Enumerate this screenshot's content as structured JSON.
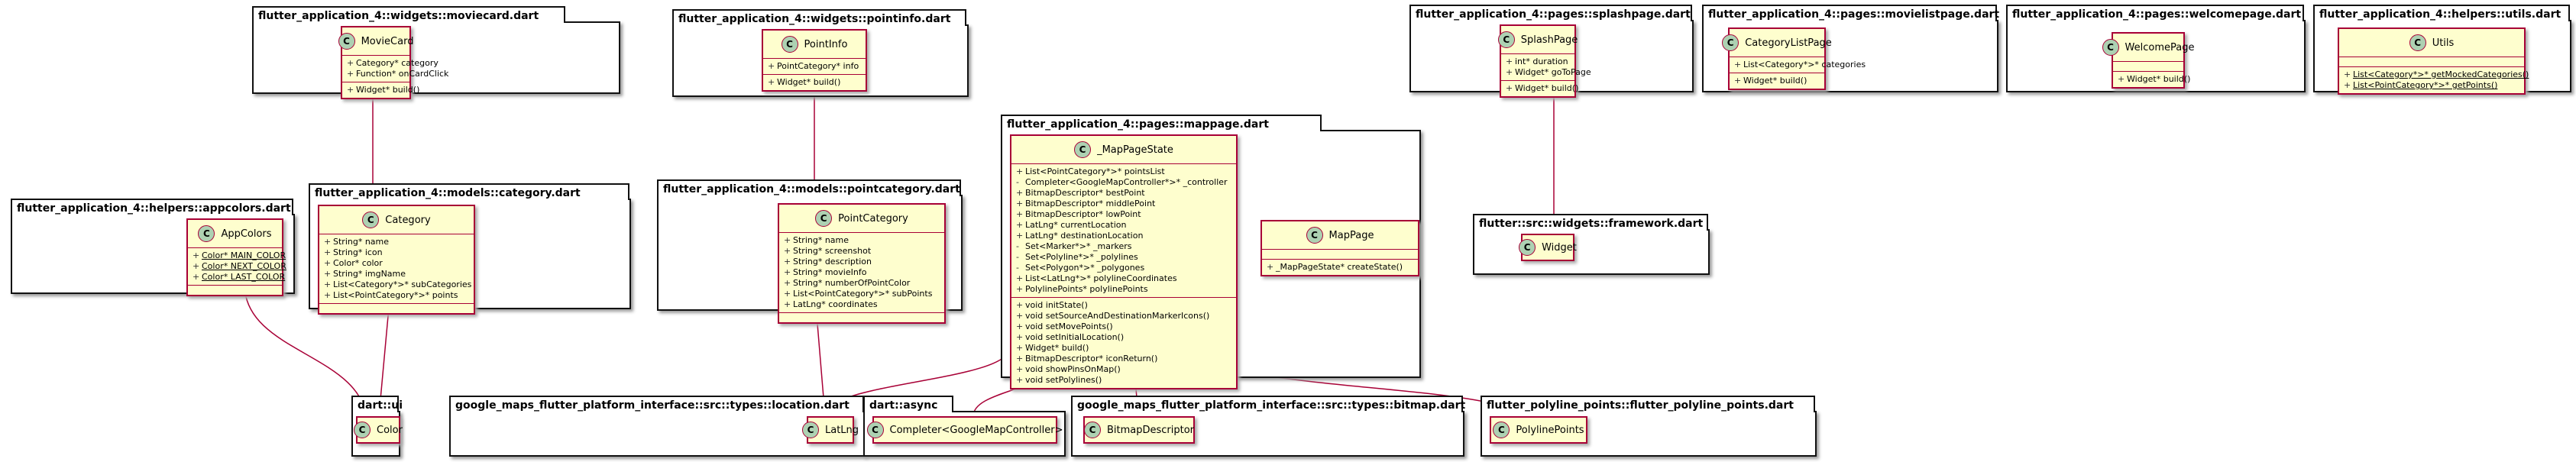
{
  "packages": {
    "moviecard": "flutter_application_4::widgets::moviecard.dart",
    "pointinfo": "flutter_application_4::widgets::pointinfo.dart",
    "splashpage": "flutter_application_4::pages::splashpage.dart",
    "movielistpage": "flutter_application_4::pages::movielistpage.dart",
    "welcomepage": "flutter_application_4::pages::welcomepage.dart",
    "utils": "flutter_application_4::helpers::utils.dart",
    "appcolors": "flutter_application_4::helpers::appcolors.dart",
    "category": "flutter_application_4::models::category.dart",
    "pointcategory": "flutter_application_4::models::pointcategory.dart",
    "mappage": "flutter_application_4::pages::mappage.dart",
    "framework": "flutter::src::widgets::framework.dart",
    "dartui": "dart::ui",
    "location": "google_maps_flutter_platform_interface::src::types::location.dart",
    "async": "dart::async",
    "bitmap": "google_maps_flutter_platform_interface::src::types::bitmap.dart",
    "polyline": "flutter_polyline_points::flutter_polyline_points.dart"
  },
  "classes": {
    "moviecard": {
      "name": "MovieCard",
      "fields": [
        {
          "vis": "+",
          "text": "Category* category"
        },
        {
          "vis": "+",
          "text": "Function* onCardClick"
        }
      ],
      "methods": [
        {
          "vis": "+",
          "text": "Widget* build()"
        }
      ]
    },
    "pointinfo": {
      "name": "PointInfo",
      "fields": [
        {
          "vis": "+",
          "text": "PointCategory* info"
        }
      ],
      "methods": [
        {
          "vis": "+",
          "text": "Widget* build()"
        }
      ]
    },
    "splashpage": {
      "name": "SplashPage",
      "fields": [
        {
          "vis": "+",
          "text": "int* duration"
        },
        {
          "vis": "+",
          "text": "Widget* goToPage"
        }
      ],
      "methods": [
        {
          "vis": "+",
          "text": "Widget* build()"
        }
      ]
    },
    "categorylistpage": {
      "name": "CategoryListPage",
      "fields": [
        {
          "vis": "+",
          "text": "List<Category*>* categories"
        }
      ],
      "methods": [
        {
          "vis": "+",
          "text": "Widget* build()"
        }
      ]
    },
    "welcomepage": {
      "name": "WelcomePage",
      "fields": [],
      "methods": [
        {
          "vis": "+",
          "text": "Widget* build()"
        }
      ]
    },
    "utils": {
      "name": "Utils",
      "fields": [],
      "methods": [
        {
          "vis": "+",
          "text": "List<Category*>* getMockedCategories()"
        },
        {
          "vis": "+",
          "text": "List<PointCategory*>* getPoints()"
        }
      ]
    },
    "appcolors": {
      "name": "AppColors",
      "fields": [
        {
          "vis": "+",
          "text": "Color* MAIN_COLOR"
        },
        {
          "vis": "+",
          "text": "Color* NEXT_COLOR"
        },
        {
          "vis": "+",
          "text": "Color* LAST_COLOR"
        }
      ],
      "methods": []
    },
    "category": {
      "name": "Category",
      "fields": [
        {
          "vis": "+",
          "text": "String* name"
        },
        {
          "vis": "+",
          "text": "String* icon"
        },
        {
          "vis": "+",
          "text": "Color* color"
        },
        {
          "vis": "+",
          "text": "String* imgName"
        },
        {
          "vis": "+",
          "text": "List<Category*>* subCategories"
        },
        {
          "vis": "+",
          "text": "List<PointCategory*>* points"
        }
      ],
      "methods": []
    },
    "pointcategory": {
      "name": "PointCategory",
      "fields": [
        {
          "vis": "+",
          "text": "String* name"
        },
        {
          "vis": "+",
          "text": "String* screenshot"
        },
        {
          "vis": "+",
          "text": "String* description"
        },
        {
          "vis": "+",
          "text": "String* movieInfo"
        },
        {
          "vis": "+",
          "text": "String* numberOfPointColor"
        },
        {
          "vis": "+",
          "text": "List<PointCategory*>* subPoints"
        },
        {
          "vis": "+",
          "text": "LatLng* coordinates"
        }
      ],
      "methods": []
    },
    "mappagestate": {
      "name": "_MapPageState",
      "fields": [
        {
          "vis": "+",
          "text": "List<PointCategory*>* pointsList"
        },
        {
          "vis": "-",
          "text": "Completer<GoogleMapController*>* _controller"
        },
        {
          "vis": "+",
          "text": "BitmapDescriptor* bestPoint"
        },
        {
          "vis": "+",
          "text": "BitmapDescriptor* middlePoint"
        },
        {
          "vis": "+",
          "text": "BitmapDescriptor* lowPoint"
        },
        {
          "vis": "+",
          "text": "LatLng* currentLocation"
        },
        {
          "vis": "+",
          "text": "LatLng* destinationLocation"
        },
        {
          "vis": "-",
          "text": "Set<Marker*>* _markers"
        },
        {
          "vis": "-",
          "text": "Set<Polyline*>* _polylines"
        },
        {
          "vis": "-",
          "text": "Set<Polygon*>* _polygones"
        },
        {
          "vis": "+",
          "text": "List<LatLng*>* polylineCoordinates"
        },
        {
          "vis": "+",
          "text": "PolylinePoints* polylinePoints"
        }
      ],
      "methods": [
        {
          "vis": "+",
          "text": "void initState()"
        },
        {
          "vis": "+",
          "text": "void setSourceAndDestinationMarkerIcons()"
        },
        {
          "vis": "+",
          "text": "void setMovePoints()"
        },
        {
          "vis": "+",
          "text": "void setInitialLocation()"
        },
        {
          "vis": "+",
          "text": "Widget* build()"
        },
        {
          "vis": "+",
          "text": "BitmapDescriptor* iconReturn()"
        },
        {
          "vis": "+",
          "text": "void showPinsOnMap()"
        },
        {
          "vis": "+",
          "text": "void setPolylines()"
        }
      ]
    },
    "mappage": {
      "name": "MapPage",
      "fields": [],
      "methods": [
        {
          "vis": "+",
          "text": "_MapPageState* createState()"
        }
      ]
    },
    "widget": {
      "name": "Widget"
    },
    "color": {
      "name": "Color"
    },
    "latlng": {
      "name": "LatLng"
    },
    "completer": {
      "name": "Completer<GoogleMapController>"
    },
    "bitmapdescriptor": {
      "name": "BitmapDescriptor"
    },
    "polylinepoints": {
      "name": "PolylinePoints"
    }
  },
  "class_icon_letter": "C",
  "colors": {
    "class_fill": "#fefece",
    "class_border": "#a80036",
    "class_icon": "#add1b2",
    "package_border": "#111111",
    "edge": "#a80036"
  }
}
